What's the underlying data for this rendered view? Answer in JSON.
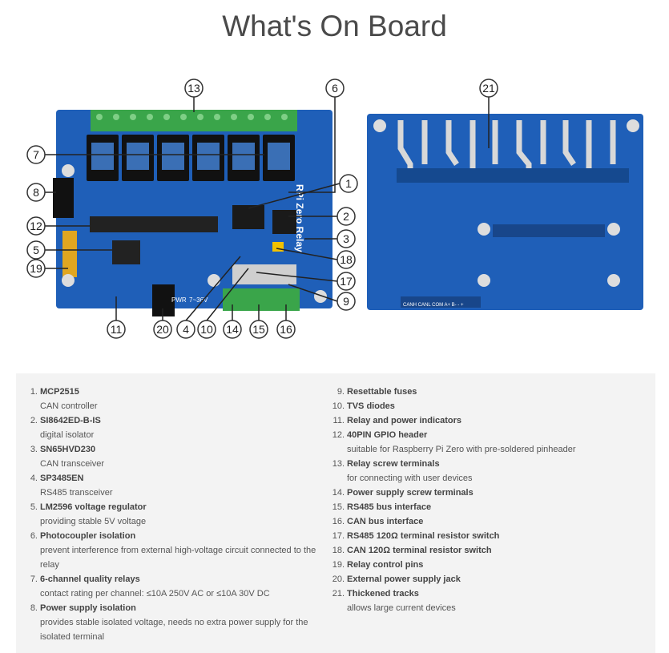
{
  "title": "What's On Board",
  "callouts": {
    "c1": "1",
    "c2": "2",
    "c3": "3",
    "c4": "4",
    "c5": "5",
    "c6": "6",
    "c7": "7",
    "c8": "8",
    "c9": "9",
    "c10": "10",
    "c11": "11",
    "c12": "12",
    "c13": "13",
    "c14": "14",
    "c15": "15",
    "c16": "16",
    "c17": "17",
    "c18": "18",
    "c19": "19",
    "c20": "20",
    "c21": "21"
  },
  "board_silkscreen": {
    "name": "RPi Zero Relay",
    "pwr": "PWR",
    "vin": "7~36V",
    "back_pins": "CANH CANL COM A+ B- - +"
  },
  "features": [
    {
      "num": "1.",
      "name": "MCP2515",
      "desc": "CAN controller"
    },
    {
      "num": "2.",
      "name": "SI8642ED-B-IS",
      "desc": "digital isolator"
    },
    {
      "num": "3.",
      "name": "SN65HVD230",
      "desc": "CAN transceiver"
    },
    {
      "num": "4.",
      "name": "SP3485EN",
      "desc": "RS485 transceiver"
    },
    {
      "num": "5.",
      "name": "LM2596 voltage regulator",
      "desc": "providing stable 5V voltage"
    },
    {
      "num": "6.",
      "name": "Photocoupler isolation",
      "desc": "prevent interference from external high-voltage circuit connected to the relay"
    },
    {
      "num": "7.",
      "name": "6-channel quality relays",
      "desc": "contact rating per channel: ≤10A 250V AC or ≤10A 30V DC"
    },
    {
      "num": "8.",
      "name": "Power supply isolation",
      "desc": "provides stable isolated voltage, needs no extra power supply for the isolated terminal"
    },
    {
      "num": "9.",
      "name": "Resettable fuses",
      "desc": ""
    },
    {
      "num": "10.",
      "name": "TVS diodes",
      "desc": ""
    },
    {
      "num": "11.",
      "name": "Relay and power indicators",
      "desc": ""
    },
    {
      "num": "12.",
      "name": "40PIN GPIO header",
      "desc": "suitable for Raspberry Pi Zero with pre-soldered pinheader"
    },
    {
      "num": "13.",
      "name": "Relay screw terminals",
      "desc": "for connecting with user devices"
    },
    {
      "num": "14.",
      "name": "Power supply screw terminals",
      "desc": ""
    },
    {
      "num": "15.",
      "name": "RS485 bus interface",
      "desc": ""
    },
    {
      "num": "16.",
      "name": "CAN bus interface",
      "desc": ""
    },
    {
      "num": "17.",
      "name": "RS485 120Ω terminal resistor switch",
      "desc": ""
    },
    {
      "num": "18.",
      "name": "CAN 120Ω terminal resistor switch",
      "desc": ""
    },
    {
      "num": "19.",
      "name": "Relay control pins",
      "desc": ""
    },
    {
      "num": "20.",
      "name": "External power supply jack",
      "desc": ""
    },
    {
      "num": "21.",
      "name": "Thickened tracks",
      "desc": "allows large current devices"
    }
  ]
}
